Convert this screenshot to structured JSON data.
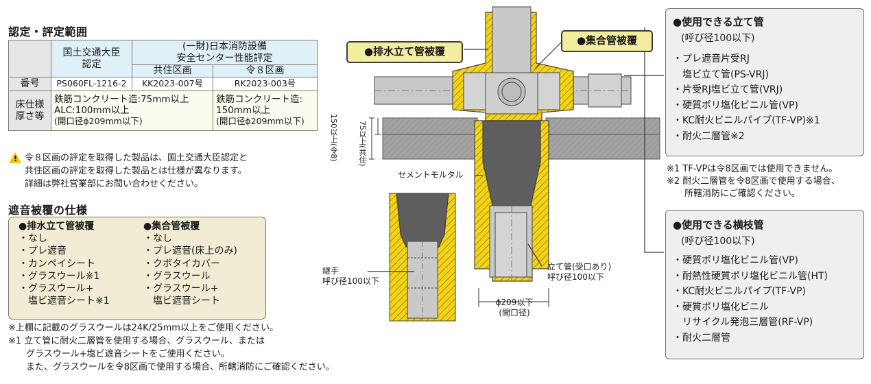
{
  "cert": {
    "title": "認定・評定範囲",
    "mlit_header": [
      "国土交通大臣",
      "認定"
    ],
    "fire_header": [
      "(一財)日本消防設備",
      "安全センター性能評定"
    ],
    "kyoju": "共住区画",
    "rei8": "令８区画",
    "row_number": "番号",
    "row_floor": [
      "床仕様",
      "厚さ等"
    ],
    "num_mlit": "PS060FL-1216-2",
    "num_kyoju": "KK2023-007号",
    "num_rei8": "RK2023-003号",
    "floor_mlit": [
      "鉄筋コンクリート造:75mm以上",
      "ALC:100mm以上"
    ],
    "floor_mlit_sub": "(開口径ϕ209mm以下)",
    "floor_fire": [
      "鉄筋コンクリート造:",
      "150mm以上"
    ],
    "floor_fire_sub": "(開口径ϕ209mm以下)"
  },
  "warning": [
    "令８区画の評定を取得した製品は、国土交通大臣認定と",
    "共住区画の評定を取得した製品とは仕様が異なります。",
    "詳細は弊社営業部にお問い合わせください。"
  ],
  "spec": {
    "title": "遮音被覆の仕様",
    "col1_head": "●排水立て管被覆",
    "col1_items": [
      "・なし",
      "・プレ遮音",
      "・カンペイシート",
      "・グラスウール※1",
      "・グラスウール+",
      "　塩ビ遮音シート※1"
    ],
    "col2_head": "●集合管被覆",
    "col2_items": [
      "・なし",
      "・プレ遮音(床上のみ)",
      "・クボタイカバー",
      "・グラスウール",
      "・グラスウール+",
      "　塩ビ遮音シート"
    ]
  },
  "footnotes": [
    "※上欄に記載のグラスウールは24K/25mm以上をご使用ください。",
    "※1 立て管に耐火二層管を使用する場合、グラスウール、または",
    "　　グラスウール+塩ビ遮音シートをご使用ください。",
    "　　また、グラスウールを令8区画で使用する場合、所轄消防にご確認ください。"
  ],
  "diagram": {
    "callout_drain": "●排水立て管被覆",
    "callout_collect": "●集合管被覆",
    "dim_150": "150以上",
    "dim_150_sub": "(令8)",
    "dim_75": "75以上",
    "dim_75_sub": "(共住)",
    "label_mortar": "セメントモルタル",
    "label_joint": [
      "継手",
      "呼び径100以下"
    ],
    "label_riser": [
      "立て管(受口あり)",
      "呼び径100以下"
    ],
    "label_open": [
      "ϕ209以下",
      "(開口径)"
    ]
  },
  "riser_box": {
    "title": "●使用できる立て管",
    "subtitle": "(呼び径100以下)",
    "items": [
      "・プレ遮音片受RJ",
      "　塩ビ立て管(PS-VRJ)",
      "・片受RJ塩ビ立て管(VRJ)",
      "・硬質ポリ塩化ビニル管(VP)",
      "・KC耐火ビニルパイプ(TF-VP)※1",
      "・耐火二層管※2"
    ]
  },
  "riser_notes": [
    "※1 TF-VPは令8区画では使用できません。",
    "※2 耐火二層管を令8区画で使用する場合、",
    "　　所轄消防にご確認ください。"
  ],
  "branch_box": {
    "title": "●使用できる横枝管",
    "subtitle": "(呼び径100以下)",
    "items": [
      "・硬質ポリ塩化ビニル管(VP)",
      "・耐熱性硬質ポリ塩化ビニル管(HT)",
      "・KC耐火ビニルパイプ(TF-VP)",
      "・硬質ポリ塩化ビニル",
      "　リサイクル発泡三層管(RF-VP)",
      "・耐火二層管"
    ]
  },
  "colors": {
    "insulation_yellow": "#f2d21b",
    "pipe_gray": "#c9c9c9",
    "slab_gray": "#9a9a9a",
    "mortar_dark": "#5e5e5e",
    "table_header_blue": "#dff0f7",
    "spec_box_beige": "#f1ecd3",
    "warning_yellow": "#f2c200"
  },
  "icons": [
    "warning-icon"
  ]
}
